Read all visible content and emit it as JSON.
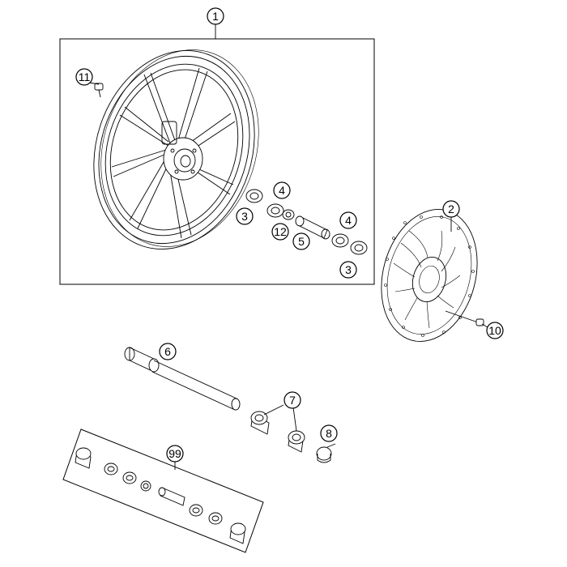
{
  "diagram": {
    "callouts": [
      {
        "id": "c1",
        "label": "1"
      },
      {
        "id": "c2",
        "label": "2"
      },
      {
        "id": "c3a",
        "label": "3"
      },
      {
        "id": "c4a",
        "label": "4"
      },
      {
        "id": "c12",
        "label": "12"
      },
      {
        "id": "c5",
        "label": "5"
      },
      {
        "id": "c4b",
        "label": "4"
      },
      {
        "id": "c3b",
        "label": "3"
      },
      {
        "id": "c11",
        "label": "11"
      },
      {
        "id": "c10",
        "label": "10"
      },
      {
        "id": "c6",
        "label": "6"
      },
      {
        "id": "c7",
        "label": "7"
      },
      {
        "id": "c8",
        "label": "8"
      },
      {
        "id": "c99",
        "label": "99"
      }
    ]
  }
}
